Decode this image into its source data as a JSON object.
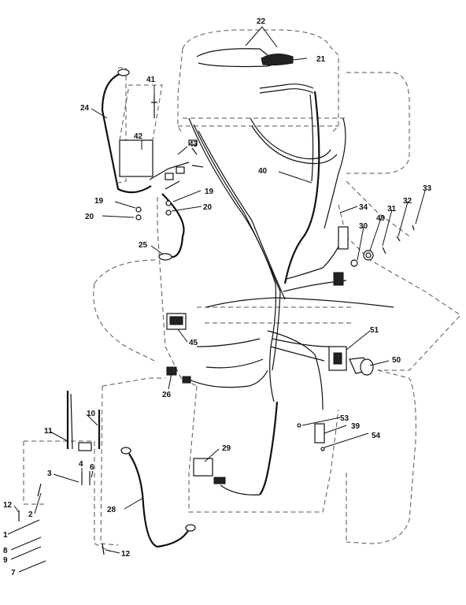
{
  "callouts": {
    "c1": "1",
    "c2": "2",
    "c3": "3",
    "c4": "4",
    "c7": "7",
    "c8": "8",
    "c9": "9",
    "c10": "10",
    "c11": "11",
    "c12a": "12",
    "c12b": "12",
    "c19a": "19",
    "c19b": "19",
    "c20a": "20",
    "c20b": "20",
    "c21": "21",
    "c22": "22",
    "c24": "24",
    "c25": "25",
    "c26": "26",
    "c28": "28",
    "c29": "29",
    "c30": "30",
    "c31": "31",
    "c32": "32",
    "c33": "33",
    "c34": "34",
    "c39": "39",
    "c40": "40",
    "c41": "41",
    "c42": "42",
    "c43": "43",
    "c45": "45",
    "c49": "49",
    "c50": "50",
    "c51": "51",
    "c53": "53",
    "c54": "54",
    "c6": "6"
  }
}
